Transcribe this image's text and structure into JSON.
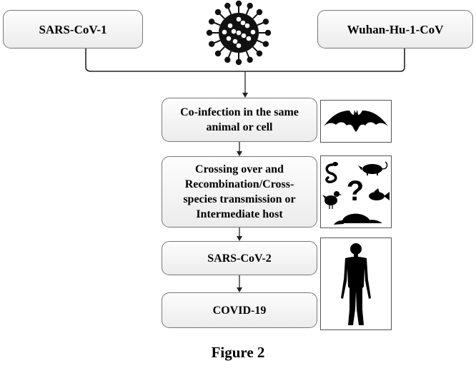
{
  "top": {
    "left_label": "SARS-CoV-1",
    "right_label": "Wuhan-Hu-1-CoV"
  },
  "steps": [
    {
      "label_lines": [
        "Co-infection in the same",
        "animal or cell"
      ]
    },
    {
      "label_lines": [
        "Crossing over and",
        "Recombination/Cross-",
        "species transmission or",
        "Intermediate host"
      ]
    },
    {
      "label_lines": [
        "SARS-CoV-2"
      ]
    },
    {
      "label_lines": [
        "COVID-19"
      ]
    }
  ],
  "icons": {
    "virus": "virus-icon",
    "bat": "bat-icon",
    "hosts_question_mark": "?",
    "human": "human-silhouette-icon"
  },
  "caption": "Figure 2"
}
